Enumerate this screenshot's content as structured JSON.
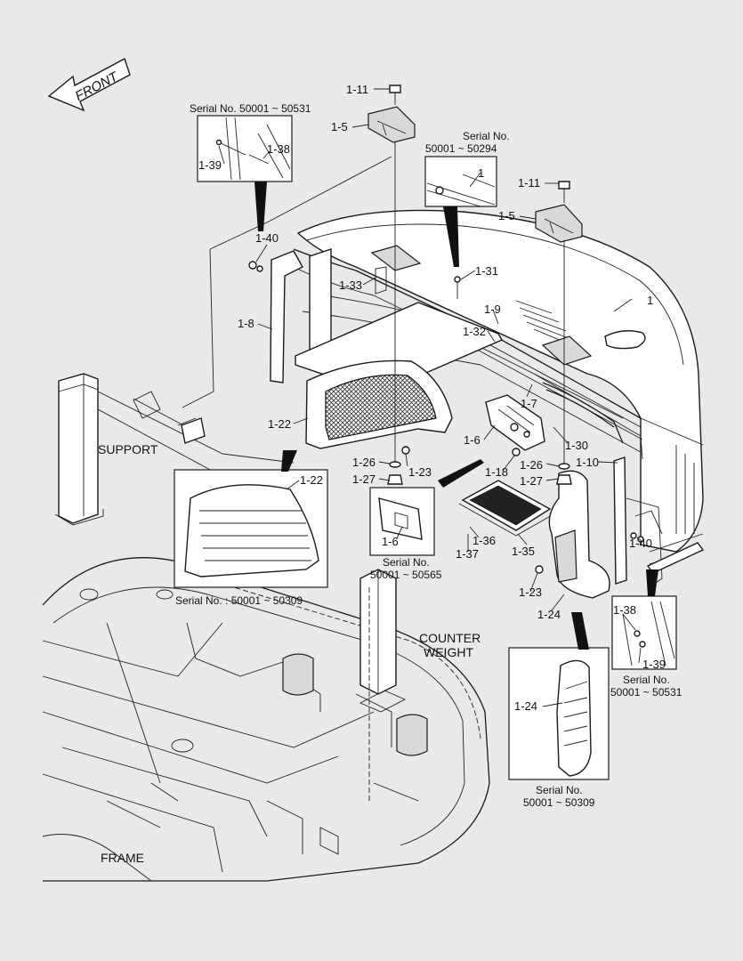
{
  "direction": "FRONT",
  "parts": [
    {
      "id": "p1-11-top",
      "text": "1-11"
    },
    {
      "id": "p1-5-top",
      "text": "1-5"
    },
    {
      "id": "p1-39-top",
      "text": "1-39"
    },
    {
      "id": "p1-38-top",
      "text": "1-38"
    },
    {
      "id": "p1-top",
      "text": "1"
    },
    {
      "id": "p1-11-right",
      "text": "1-11"
    },
    {
      "id": "p1-5-right",
      "text": "1-5"
    },
    {
      "id": "p1-40-left",
      "text": "1-40"
    },
    {
      "id": "p1-31",
      "text": "1-31"
    },
    {
      "id": "p1-33",
      "text": "1-33"
    },
    {
      "id": "p1-9",
      "text": "1-9"
    },
    {
      "id": "p1-main",
      "text": "1"
    },
    {
      "id": "p1-8",
      "text": "1-8"
    },
    {
      "id": "p1-32",
      "text": "1-32"
    },
    {
      "id": "p1-7",
      "text": "1-7"
    },
    {
      "id": "p1-22",
      "text": "1-22"
    },
    {
      "id": "p1-6",
      "text": "1-6"
    },
    {
      "id": "p1-30",
      "text": "1-30"
    },
    {
      "id": "p1-26-left",
      "text": "1-26"
    },
    {
      "id": "p1-23-left",
      "text": "1-23"
    },
    {
      "id": "p1-18",
      "text": "1-18"
    },
    {
      "id": "p1-26-right",
      "text": "1-26"
    },
    {
      "id": "p1-10",
      "text": "1-10"
    },
    {
      "id": "p1-27-left",
      "text": "1-27"
    },
    {
      "id": "p1-22-detail",
      "text": "1-22"
    },
    {
      "id": "p1-27-right",
      "text": "1-27"
    },
    {
      "id": "p1-6-detail",
      "text": "1-6"
    },
    {
      "id": "p1-36",
      "text": "1-36"
    },
    {
      "id": "p1-35",
      "text": "1-35"
    },
    {
      "id": "p1-40-right",
      "text": "1-40"
    },
    {
      "id": "p1-37",
      "text": "1-37"
    },
    {
      "id": "p1-23-right",
      "text": "1-23"
    },
    {
      "id": "p1-24",
      "text": "1-24"
    },
    {
      "id": "p1-38-right",
      "text": "1-38"
    },
    {
      "id": "p1-39-right",
      "text": "1-39"
    },
    {
      "id": "p1-24-detail",
      "text": "1-24"
    }
  ],
  "callouts": {
    "serial_top_left": "Serial No. 50001 ~ 50531",
    "serial_top_mid_1": "Serial No.",
    "serial_top_mid_2": "50001 ~ 50294",
    "serial_grille": "Serial No. : 50001 ~ 50309",
    "serial_bracket_1": "Serial No.",
    "serial_bracket_2": "50001 ~ 50565",
    "serial_right_1": "Serial No.",
    "serial_right_2": "50001 ~ 50531",
    "serial_bottom_1": "Serial No.",
    "serial_bottom_2": "50001 ~ 50309"
  },
  "section_labels": {
    "support": "SUPPORT",
    "counter_weight_1": "COUNTER",
    "counter_weight_2": "WEIGHT",
    "frame": "FRAME"
  }
}
